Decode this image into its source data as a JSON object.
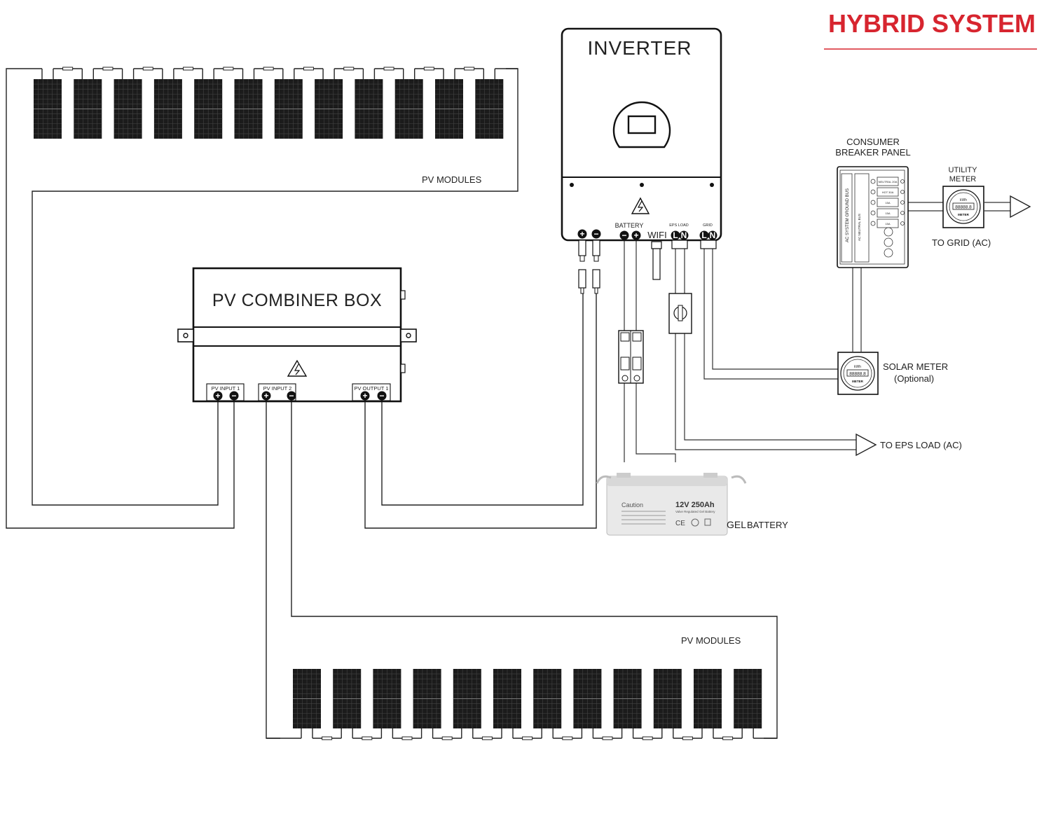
{
  "title": "HYBRID SYSTEM",
  "colors": {
    "accent": "#d7252f",
    "line": "#222222"
  },
  "pv_modules_top": {
    "label": "PV MODULES",
    "count": 12
  },
  "pv_modules_bottom": {
    "label": "PV MODULES",
    "count": 12
  },
  "inverter": {
    "label": "INVERTER",
    "battery_label": "BATTERY",
    "eps_label": "EPS LOAD",
    "grid_label": "GRID",
    "wifi_label": "WIFI",
    "plus": "+",
    "minus": "−",
    "l": "L",
    "n": "N"
  },
  "combiner": {
    "label": "PV COMBINER BOX",
    "input1": "PV INPUT 1",
    "input2": "PV INPUT 2",
    "output1": "PV OUTPUT 1"
  },
  "breaker_panel": {
    "label_line1": "CONSUMER",
    "label_line2": "BREAKER PANEL",
    "bus_label": "AC SYSTEM GROUND BUS",
    "neutral_bus": "AC NEUTRAL BUS",
    "breakers": [
      "NEUTRAL 20A",
      "HOT 30A",
      "15A",
      "15A",
      "15A"
    ]
  },
  "utility_meter": {
    "label_line1": "UTILITY",
    "label_line2": "METER",
    "display": "88888.8",
    "unit": "kWh",
    "name": "METER"
  },
  "to_grid": "TO GRID (AC)",
  "solar_meter": {
    "label_line1": "SOLAR METER",
    "label_line2": "(Optional)",
    "display": "88888.8",
    "unit": "kWh",
    "name": "METER"
  },
  "to_eps": "TO EPS LOAD (AC)",
  "battery": {
    "caption": "Caution",
    "rating": "12V 250Ah",
    "subtitle": "Valve Regulated Gel Battery",
    "label_gel": "GEL",
    "label_battery": "BATTERY"
  }
}
